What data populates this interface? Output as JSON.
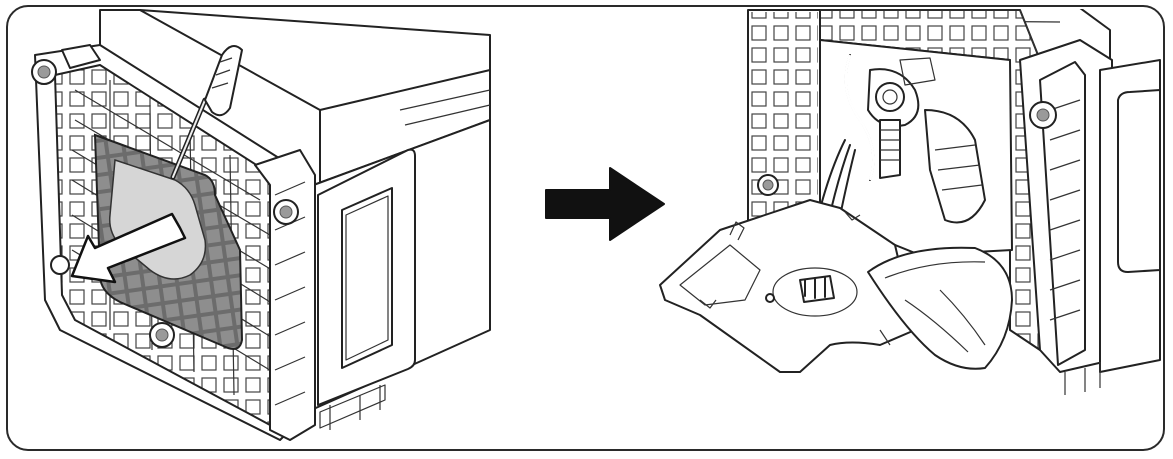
{
  "figure": {
    "panels": [
      {
        "name": "left-panel",
        "step": "remove-cover-with-screwdriver"
      },
      {
        "name": "right-panel",
        "step": "drain-with-cloth"
      }
    ],
    "icons": [
      "screwdriver-icon",
      "pull-arrow-icon",
      "next-step-arrow-icon",
      "cloth-icon"
    ],
    "colors": {
      "line": "#222222",
      "background": "#ffffff",
      "mesh": "#555555",
      "arrow": "#111111"
    }
  }
}
